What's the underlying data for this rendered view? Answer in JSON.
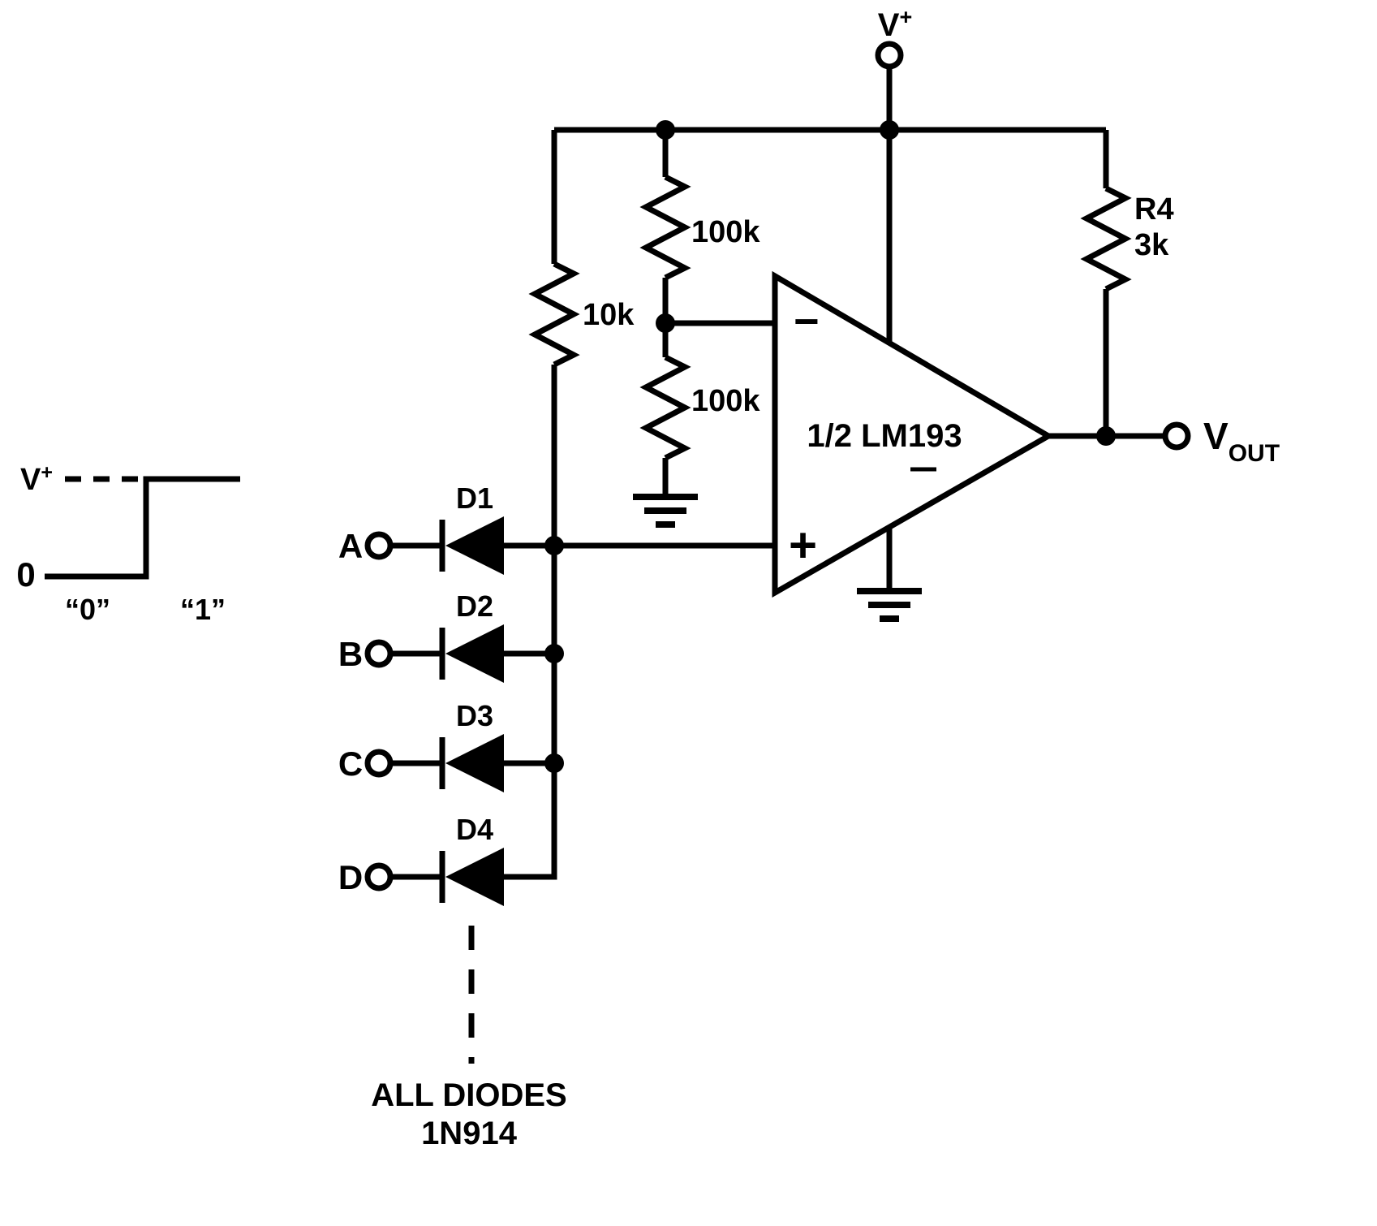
{
  "colors": {
    "ink": "#000000",
    "background": "#ffffff"
  },
  "power": {
    "label_main": "V",
    "label_sup": "+"
  },
  "waveform": {
    "level_label_main": "V",
    "level_label_sup": "+",
    "zero_label": "0",
    "low_state": "“0”",
    "high_state": "“1”"
  },
  "resistors": {
    "pullup_value": "10k",
    "divider_top_value": "100k",
    "divider_bottom_value": "100k",
    "output_name": "R4",
    "output_value": "3k"
  },
  "comparator": {
    "label": "1/2 LM193",
    "inverting_sign": "−",
    "noninverting_sign": "+"
  },
  "output": {
    "label_main": "V",
    "label_sub": "OUT"
  },
  "inputs": [
    {
      "terminal": "A",
      "diode": "D1"
    },
    {
      "terminal": "B",
      "diode": "D2"
    },
    {
      "terminal": "C",
      "diode": "D3"
    },
    {
      "terminal": "D",
      "diode": "D4"
    }
  ],
  "note": {
    "line1": "ALL  DIODES",
    "line2": "1N914"
  }
}
